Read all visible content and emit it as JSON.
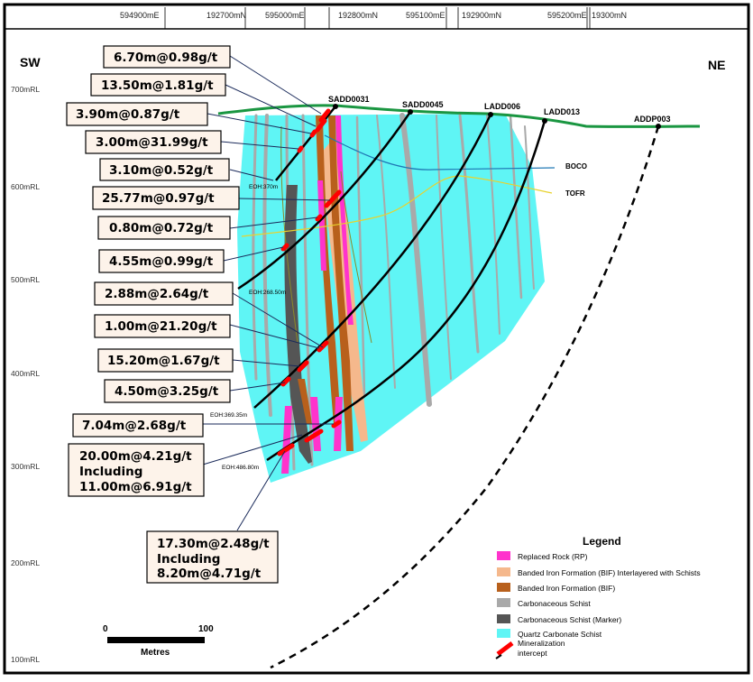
{
  "top_axis": {
    "easting_labels": [
      "594900mE",
      "595000mE",
      "595100mE",
      "595200mE"
    ],
    "northing_labels": [
      "192700mN",
      "192800mN",
      "192900mN",
      "19300mN"
    ]
  },
  "orientation": {
    "left": "SW",
    "right": "NE"
  },
  "elevation_labels": [
    "700mRL",
    "600mRL",
    "500mRL",
    "400mRL",
    "300mRL",
    "200mRL",
    "100mRL"
  ],
  "drillholes": [
    "SADD0031",
    "SADD0045",
    "LADD006",
    "LADD013",
    "ADDP003"
  ],
  "eoh_labels": [
    "EOH:370m",
    "EOH:268.50m",
    "EOH:369.35m",
    "EOH:486.80m"
  ],
  "units": [
    "BOCO",
    "TOFR"
  ],
  "intercepts": [
    {
      "lines": [
        "6.70m@0.98g/t"
      ]
    },
    {
      "lines": [
        "13.50m@1.81g/t"
      ]
    },
    {
      "lines": [
        "3.90m@0.87g/t"
      ]
    },
    {
      "lines": [
        "3.00m@31.99g/t"
      ]
    },
    {
      "lines": [
        "3.10m@0.52g/t"
      ]
    },
    {
      "lines": [
        "25.77m@0.97g/t"
      ]
    },
    {
      "lines": [
        "0.80m@0.72g/t"
      ]
    },
    {
      "lines": [
        "4.55m@0.99g/t"
      ]
    },
    {
      "lines": [
        "2.88m@2.64g/t"
      ]
    },
    {
      "lines": [
        "1.00m@21.20g/t"
      ]
    },
    {
      "lines": [
        "15.20m@1.67g/t"
      ]
    },
    {
      "lines": [
        "4.50m@3.25g/t"
      ]
    },
    {
      "lines": [
        "7.04m@2.68g/t"
      ]
    },
    {
      "lines": [
        "20.00m@4.21g/t",
        "Including",
        "11.00m@6.91g/t"
      ]
    },
    {
      "lines": [
        "17.30m@2.48g/t",
        "Including",
        "8.20m@4.71g/t"
      ]
    }
  ],
  "legend": {
    "title": "Legend",
    "items": [
      {
        "label": "Replaced Rock (RP)",
        "color": "#ff33cc"
      },
      {
        "label": "Banded Iron Formation (BIF) Interlayered with Schists",
        "color": "#f5b88c"
      },
      {
        "label": "Banded Iron Formation (BIF)",
        "color": "#b8601c"
      },
      {
        "label": "Carbonaceous Schist",
        "color": "#a9a9a9"
      },
      {
        "label": "Carbonaceous Schist (Marker)",
        "color": "#555555"
      },
      {
        "label": "Quartz Carbonate Schist",
        "color": "#5ff5f5"
      },
      {
        "label": "Mineralization intercept",
        "color": "#ff0000"
      }
    ]
  },
  "scale_bar": {
    "min": "0",
    "max": "100",
    "unit": "Metres"
  },
  "colors": {
    "quartz_carbonate": "#5ff5f5",
    "topography": "#1a9641",
    "boco": "#1f77b4",
    "tofr": "#e8d22e",
    "intercept": "#ff0000"
  }
}
